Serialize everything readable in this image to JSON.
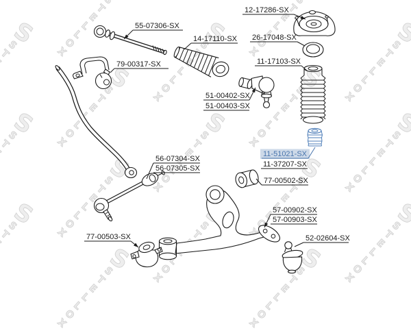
{
  "watermark": {
    "brand": "STELLOX",
    "logo_glyph": "S"
  },
  "colors": {
    "line": "#1a1a1a",
    "highlight_bg": "#cdd9e8",
    "highlight_text": "#4a76ad",
    "highlight_part": "#4d7db8",
    "watermark": "#cbcbcb"
  },
  "active_code": "11-51021-SX",
  "labels": [
    {
      "code": "55-07306-SX"
    },
    {
      "code": "12-17286-SX"
    },
    {
      "code": "14-17110-SX"
    },
    {
      "code": "26-17048-SX"
    },
    {
      "code": "11-17103-SX"
    },
    {
      "code": "79-00317-SX"
    },
    {
      "code": "51-00402-SX"
    },
    {
      "code": "51-00403-SX"
    },
    {
      "code": "11-51021-SX"
    },
    {
      "code": "11-37207-SX"
    },
    {
      "code": "56-07304-SX"
    },
    {
      "code": "56-07305-SX"
    },
    {
      "code": "77-00502-SX"
    },
    {
      "code": "57-00902-SX"
    },
    {
      "code": "57-00903-SX"
    },
    {
      "code": "77-00503-SX"
    },
    {
      "code": "52-02604-SX"
    }
  ]
}
